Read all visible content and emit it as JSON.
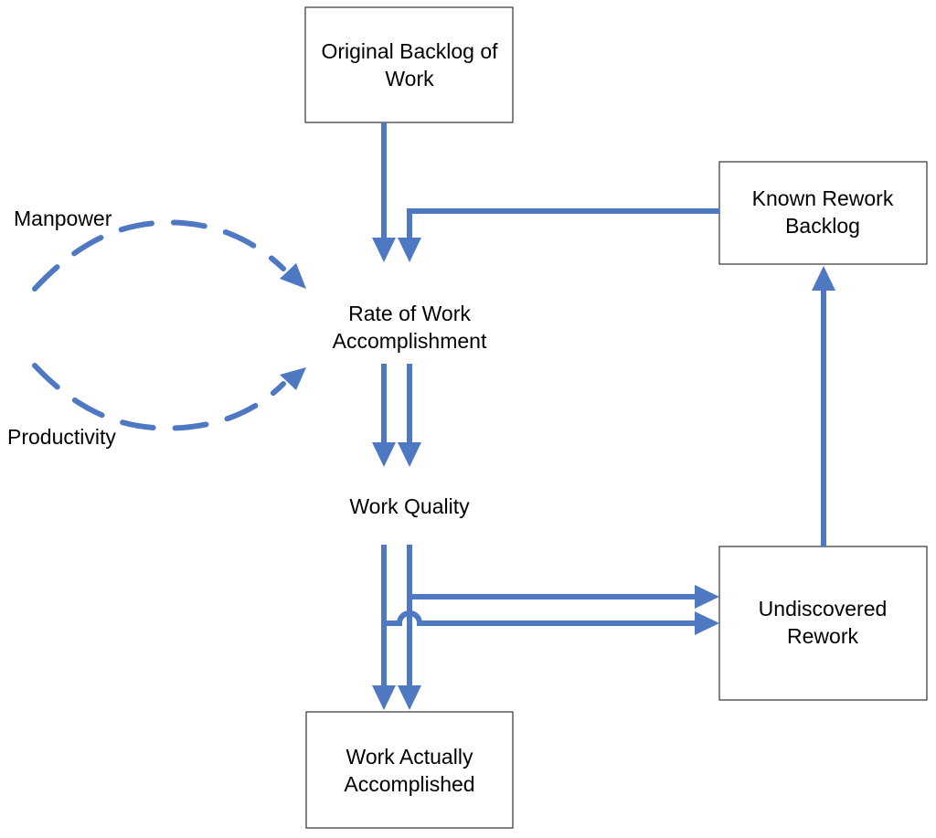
{
  "colors": {
    "arrow": "#4f78c3",
    "box_border": "#333333",
    "text": "#000000"
  },
  "nodes": {
    "original_backlog": {
      "line1": "Original Backlog of",
      "line2": "Work"
    },
    "known_rework": {
      "line1": "Known Rework",
      "line2": "Backlog"
    },
    "rate": {
      "line1": "Rate of Work",
      "line2": "Accomplishment"
    },
    "quality": {
      "label": "Work Quality"
    },
    "undiscovered": {
      "line1": "Undiscovered",
      "line2": "Rework"
    },
    "actual": {
      "line1": "Work Actually",
      "line2": "Accomplished"
    },
    "manpower": {
      "label": "Manpower"
    },
    "productivity": {
      "label": "Productivity"
    }
  }
}
